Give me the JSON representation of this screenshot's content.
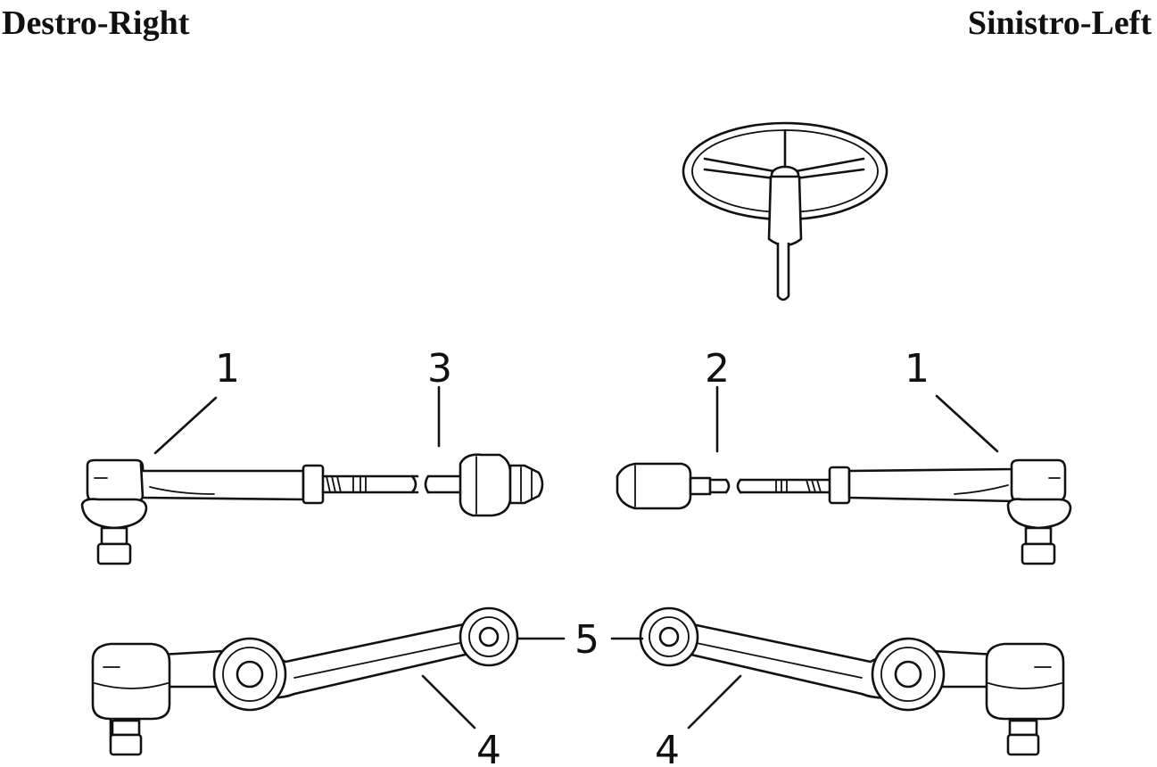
{
  "header": {
    "left_label": "Destro-Right",
    "right_label": "Sinistro-Left"
  },
  "callouts": {
    "tie_rod_end": "1",
    "inner_tie_rod_left": "2",
    "inner_tie_rod_right": "3",
    "control_arm": "4",
    "arm_bushing": "5"
  }
}
